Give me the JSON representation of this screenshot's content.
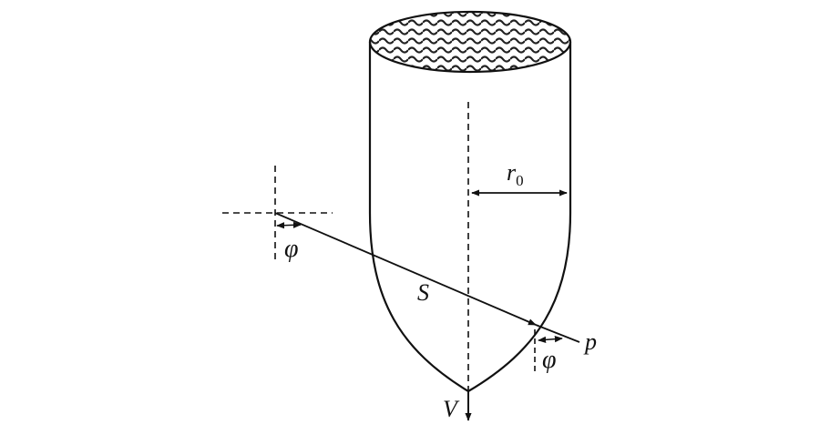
{
  "labels": {
    "radius": "r",
    "radius_sub": "0",
    "arc_length": "S",
    "velocity": "V",
    "normal_point": "p",
    "angle_left": "φ",
    "angle_right": "φ"
  },
  "colors": {
    "stroke": "#111111",
    "background": "#ffffff",
    "fill_pattern": "#222222"
  }
}
